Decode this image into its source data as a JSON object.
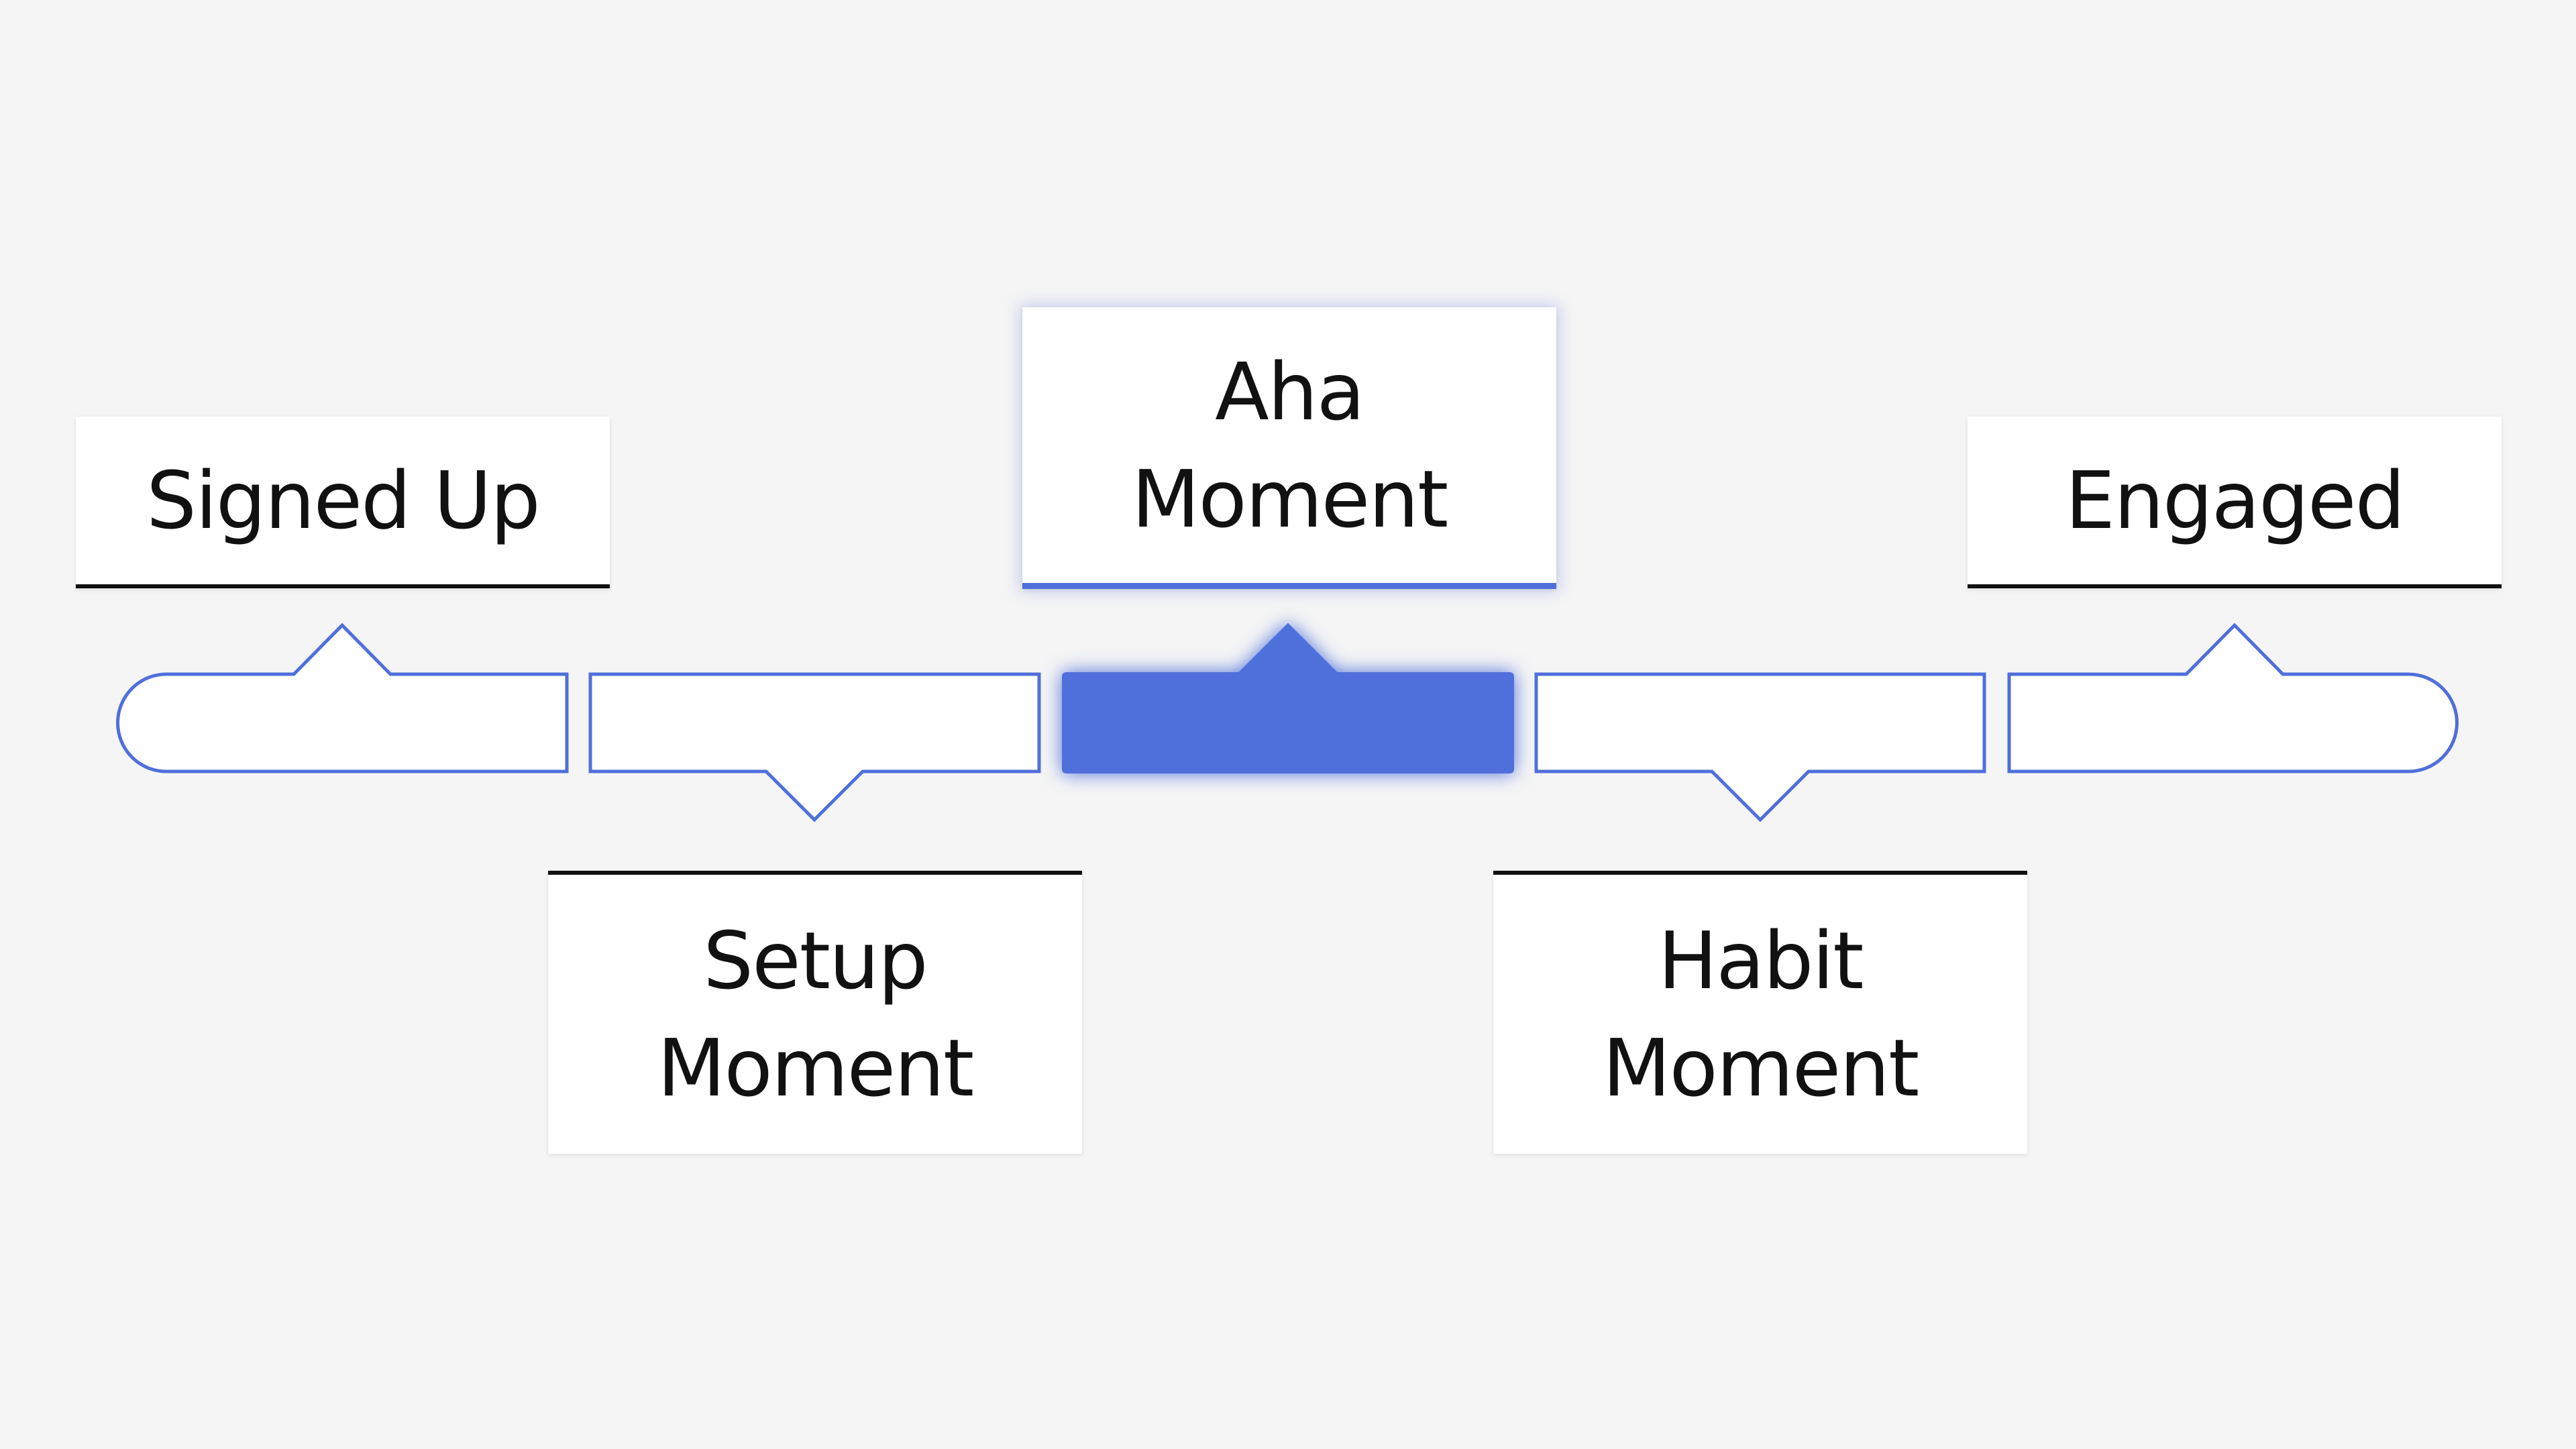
{
  "diagram": {
    "stages": [
      {
        "label": "Signed Up",
        "active": false
      },
      {
        "label": "Setup\nMoment",
        "active": false
      },
      {
        "label": "Aha\nMoment",
        "active": true
      },
      {
        "label": "Habit\nMoment",
        "active": false
      },
      {
        "label": "Engaged",
        "active": false
      }
    ]
  },
  "colors": {
    "accent": "#4f6fdb",
    "text": "#111111",
    "background": "#f5f5f5",
    "card": "#ffffff"
  }
}
